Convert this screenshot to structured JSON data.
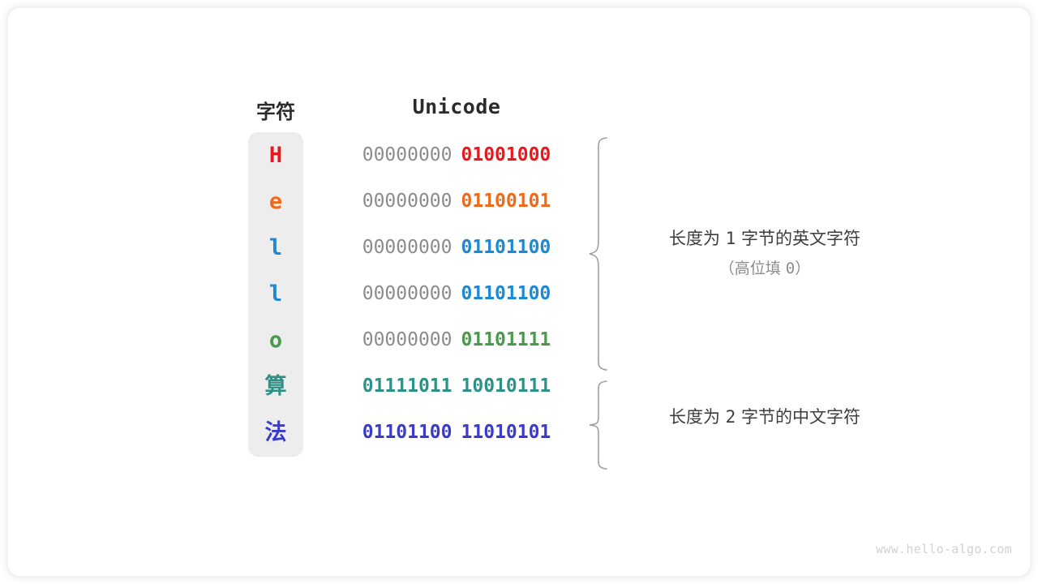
{
  "headers": {
    "character": "字符",
    "unicode": "Unicode"
  },
  "rows": [
    {
      "char": "H",
      "char_color": "#E8191E",
      "high_byte": "00000000",
      "low_byte": "01001000",
      "low_color": "#E8191E",
      "is_cjk": false
    },
    {
      "char": "e",
      "char_color": "#EE6B1B",
      "high_byte": "00000000",
      "low_byte": "01100101",
      "low_color": "#EE6B1B",
      "is_cjk": false
    },
    {
      "char": "l",
      "char_color": "#1E88D0",
      "high_byte": "00000000",
      "low_byte": "01101100",
      "low_color": "#1E88D0",
      "is_cjk": false
    },
    {
      "char": "l",
      "char_color": "#1E88D0",
      "high_byte": "00000000",
      "low_byte": "01101100",
      "low_color": "#1E88D0",
      "is_cjk": false
    },
    {
      "char": "o",
      "char_color": "#4A9A4E",
      "high_byte": "00000000",
      "low_byte": "01101111",
      "low_color": "#4A9A4E",
      "is_cjk": false
    },
    {
      "char": "算",
      "char_color": "#2E9187",
      "high_byte": "01111011",
      "low_byte": "10010111",
      "low_color": "#2E9187",
      "is_cjk": true
    },
    {
      "char": "法",
      "char_color": "#3A3ACC",
      "high_byte": "01101100",
      "low_byte": "11010101",
      "low_color": "#3A3ACC",
      "is_cjk": true
    }
  ],
  "annotations": [
    {
      "main": "长度为 1 字节的英文字符",
      "sub": "（高位填 0）",
      "main_prefix": "长度为 ",
      "main_number": "1",
      "main_suffix": " 字节的英文字符",
      "sub_prefix": "（高位填 ",
      "sub_number": "0",
      "sub_suffix": "）"
    },
    {
      "main": "长度为 2 字节的中文字符",
      "sub": "",
      "main_prefix": "长度为 ",
      "main_number": "2",
      "main_suffix": " 字节的中文字符",
      "sub_prefix": "",
      "sub_number": "",
      "sub_suffix": ""
    }
  ],
  "watermark": "www.hello-algo.com",
  "colors": {
    "pad_gray": "#8C8C8C",
    "column_bg": "#EDEDED",
    "brace": "#9E9E9E",
    "header_text": "#2B2B2B"
  }
}
